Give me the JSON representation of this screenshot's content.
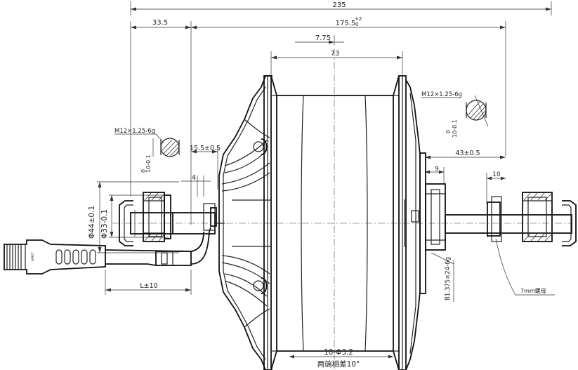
{
  "dimensions": {
    "overall_width": "235",
    "left_offset": "33.5",
    "flange_spacing": "175.5",
    "flange_tol_upper": "+2",
    "flange_tol_lower": "0",
    "offset_small": "7.75",
    "center_width": "73",
    "left_shoulder": "15.5±0.5",
    "small_4": "4",
    "dia_44": "Φ44±0.1",
    "dia_33": "Φ33-0.1",
    "right_shoulder": "43±0.5",
    "right_9": "9",
    "right_10": "10",
    "cable_length": "L±10",
    "thread_left": "M12×1.25-6g",
    "thread_right": "M12×1.25-6g",
    "flat_left": "10-0.1",
    "flat_left_zero": "0",
    "flat_right": "10-0.1",
    "flat_right_zero": "0",
    "freewheel_thread": "B1.375×24-6g",
    "nut_note": "7mm螺母",
    "holes": "18-Φ3.2",
    "hole_note": "两端相差10°",
    "connector_label": "AMET"
  }
}
